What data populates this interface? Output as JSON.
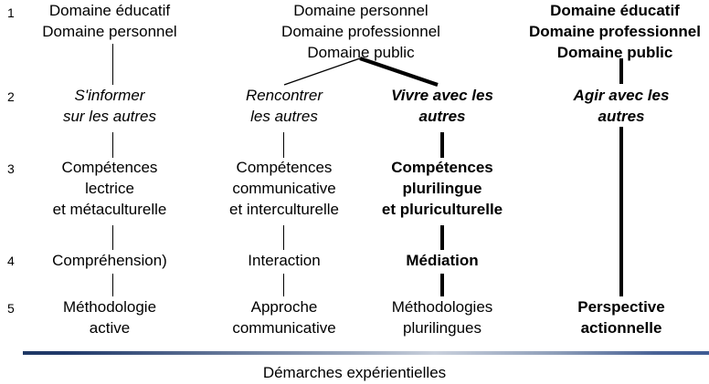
{
  "diagram": {
    "title_footer": "Démarches expérientielles",
    "row_numbers": [
      "1",
      "2",
      "3",
      "4",
      "5"
    ],
    "columns": [
      {
        "name": "column-1",
        "cells": {
          "row1": "Domaine éducatif\nDomaine personnel",
          "row2": "S'informer\nsur les autres",
          "row3": "Compétences\nlectrice\net métaculturelle",
          "row4": "Compréhension)",
          "row5": "Méthodologie\nactive"
        }
      },
      {
        "name": "column-2",
        "cells": {
          "row1": "Domaine personnel\nDomaine professionnel\nDomaine public",
          "row2": "Rencontrer\nles autres",
          "row3": "Compétences\ncommunicative\net interculturelle",
          "row4": "Interaction",
          "row5": "Approche\ncommunicative"
        }
      },
      {
        "name": "column-3",
        "cells": {
          "row2": "Vivre avec les\nautres",
          "row3": "Compétences\nplurilingue\net pluriculturelle",
          "row4": "Médiation",
          "row5": "Méthodologies\nplurilingues"
        }
      },
      {
        "name": "column-4",
        "cells": {
          "row1": "Domaine éducatif\nDomaine professionnel\nDomaine public",
          "row2": "Agir avec les\nautres",
          "row5": "Perspective\nactionnelle"
        }
      }
    ],
    "colors": {
      "text": "#000000",
      "connector": "#000000",
      "baseline_dark": "#1f3864",
      "baseline_light": "#c9d0dc"
    }
  }
}
